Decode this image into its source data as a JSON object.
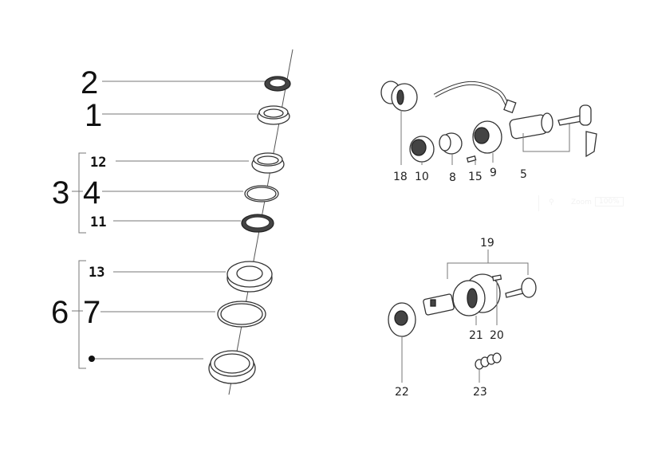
{
  "left_diagram": {
    "labels": {
      "p2": "2",
      "p1": "1",
      "p12": "12",
      "p3": "3",
      "p4": "4",
      "p11": "11",
      "p13": "13",
      "p6": "6",
      "p7": "7"
    }
  },
  "right_diagram": {
    "labels": {
      "p18": "18",
      "p10": "10",
      "p8": "8",
      "p15": "15",
      "p9": "9",
      "p5": "5",
      "p19": "19",
      "p21": "21",
      "p20": "20",
      "p22": "22",
      "p23": "23"
    }
  },
  "zoom_control": {
    "label": "Zoom",
    "value": "100%"
  }
}
